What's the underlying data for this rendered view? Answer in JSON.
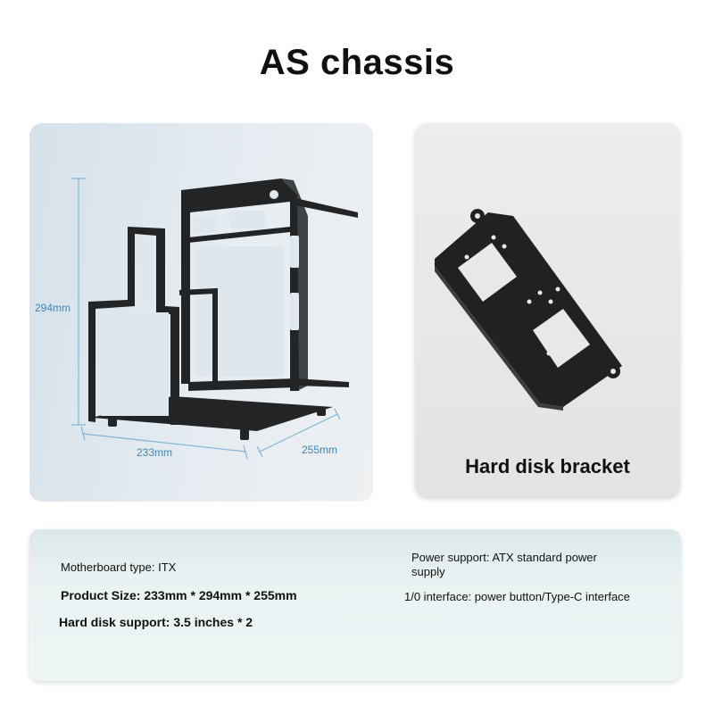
{
  "title": "AS chassis",
  "chassis_panel": {
    "dim_height": "294mm",
    "dim_width": "233mm",
    "dim_depth": "255mm"
  },
  "bracket_panel": {
    "caption": "Hard disk bracket"
  },
  "specs": {
    "motherboard": "Motherboard type: ITX",
    "product_size": "Product Size: 233mm * 294mm * 255mm",
    "hard_disk": "Hard disk support: 3.5 inches * 2",
    "power": "Power support: ATX standard power supply",
    "io": "1/0 interface: power button/Type-C interface"
  },
  "colors": {
    "dimension_line": "#7fb4d6",
    "dimension_text": "#3d87b5",
    "frame": "#202224"
  }
}
